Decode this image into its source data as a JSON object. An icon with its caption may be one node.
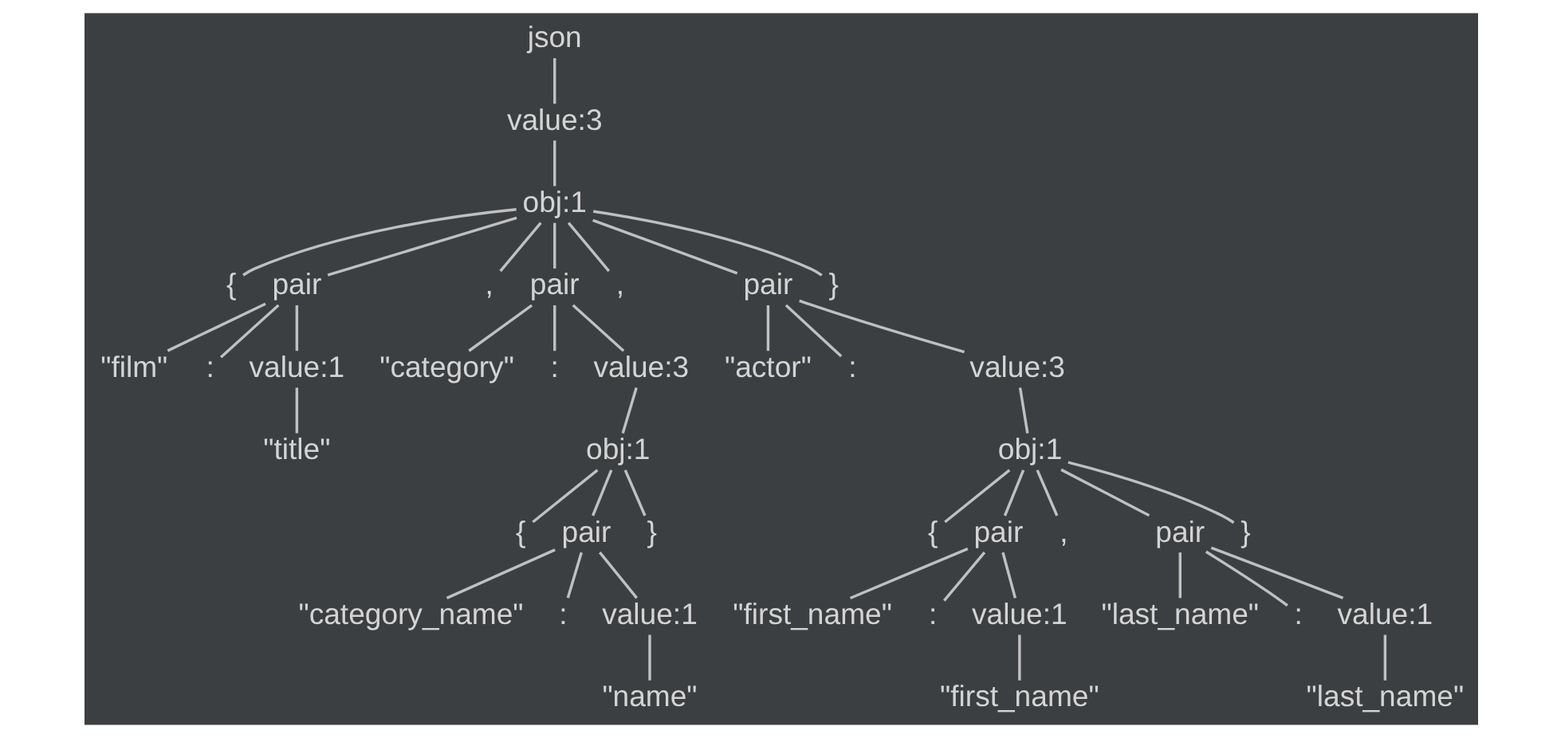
{
  "diagram": {
    "nodes": [
      {
        "text": [
          "json"
        ]
      },
      {
        "text": [
          "value:3"
        ]
      },
      {
        "text": [
          "obj:1"
        ]
      },
      {
        "text": [
          "{"
        ]
      },
      {
        "text": [
          "pair"
        ]
      },
      {
        "text": [
          ","
        ]
      },
      {
        "text": [
          "pair"
        ]
      },
      {
        "text": [
          ","
        ]
      },
      {
        "text": [
          "pair"
        ]
      },
      {
        "text": [
          "}"
        ]
      },
      {
        "text": [
          "\"film\""
        ]
      },
      {
        "text": [
          ":"
        ]
      },
      {
        "text": [
          "value:1"
        ]
      },
      {
        "text": [
          "\"category\""
        ]
      },
      {
        "text": [
          ":"
        ]
      },
      {
        "text": [
          "value:3"
        ]
      },
      {
        "text": [
          "\"actor\""
        ]
      },
      {
        "text": [
          ":"
        ]
      },
      {
        "text": [
          "value:3"
        ]
      },
      {
        "text": [
          "\"title\""
        ]
      },
      {
        "text": [
          "obj:1"
        ]
      },
      {
        "text": [
          "obj:1"
        ]
      },
      {
        "text": [
          "{"
        ]
      },
      {
        "text": [
          "pair"
        ]
      },
      {
        "text": [
          "}"
        ]
      },
      {
        "text": [
          "{"
        ]
      },
      {
        "text": [
          "pair"
        ]
      },
      {
        "text": [
          ","
        ]
      },
      {
        "text": [
          "pair"
        ]
      },
      {
        "text": [
          "}"
        ]
      },
      {
        "text": [
          "\"category_name\""
        ]
      },
      {
        "text": [
          ":"
        ]
      },
      {
        "text": [
          "value:1"
        ]
      },
      {
        "text": [
          "\"first_name\""
        ]
      },
      {
        "text": [
          ":"
        ]
      },
      {
        "text": [
          "value:1"
        ]
      },
      {
        "text": [
          "\"last_name\""
        ]
      },
      {
        "text": [
          ":"
        ]
      },
      {
        "text": [
          "value:1"
        ]
      },
      {
        "text": [
          "\"name\""
        ]
      },
      {
        "text": [
          "\"first_name\""
        ]
      },
      {
        "text": [
          "\"last_name\""
        ]
      }
    ],
    "edges": [
      {
        "from": 0,
        "to": 1,
        "arrow": "none"
      },
      {
        "from": 1,
        "to": 2,
        "arrow": "none"
      },
      {
        "from": 2,
        "to": 3,
        "arrow": "none"
      },
      {
        "from": 2,
        "to": 4,
        "arrow": "none"
      },
      {
        "from": 2,
        "to": 5,
        "arrow": "none"
      },
      {
        "from": 2,
        "to": 6,
        "arrow": "none"
      },
      {
        "from": 2,
        "to": 7,
        "arrow": "none"
      },
      {
        "from": 2,
        "to": 8,
        "arrow": "none"
      },
      {
        "from": 2,
        "to": 9,
        "arrow": "none"
      },
      {
        "from": 4,
        "to": 10,
        "arrow": "none"
      },
      {
        "from": 4,
        "to": 11,
        "arrow": "none"
      },
      {
        "from": 4,
        "to": 12,
        "arrow": "none"
      },
      {
        "from": 6,
        "to": 13,
        "arrow": "none"
      },
      {
        "from": 6,
        "to": 14,
        "arrow": "none"
      },
      {
        "from": 6,
        "to": 15,
        "arrow": "none"
      },
      {
        "from": 8,
        "to": 16,
        "arrow": "none"
      },
      {
        "from": 8,
        "to": 17,
        "arrow": "none"
      },
      {
        "from": 8,
        "to": 18,
        "arrow": "none"
      },
      {
        "from": 12,
        "to": 19,
        "arrow": "none"
      },
      {
        "from": 15,
        "to": 20,
        "arrow": "none"
      },
      {
        "from": 18,
        "to": 21,
        "arrow": "none"
      },
      {
        "from": 20,
        "to": 22,
        "arrow": "none"
      },
      {
        "from": 20,
        "to": 23,
        "arrow": "none"
      },
      {
        "from": 20,
        "to": 24,
        "arrow": "none"
      },
      {
        "from": 21,
        "to": 25,
        "arrow": "none"
      },
      {
        "from": 21,
        "to": 26,
        "arrow": "none"
      },
      {
        "from": 21,
        "to": 27,
        "arrow": "none"
      },
      {
        "from": 21,
        "to": 28,
        "arrow": "none"
      },
      {
        "from": 21,
        "to": 29,
        "arrow": "none"
      },
      {
        "from": 23,
        "to": 30,
        "arrow": "none"
      },
      {
        "from": 23,
        "to": 31,
        "arrow": "none"
      },
      {
        "from": 23,
        "to": 32,
        "arrow": "none"
      },
      {
        "from": 26,
        "to": 33,
        "arrow": "none"
      },
      {
        "from": 26,
        "to": 34,
        "arrow": "none"
      },
      {
        "from": 26,
        "to": 35,
        "arrow": "none"
      },
      {
        "from": 28,
        "to": 36,
        "arrow": "none"
      },
      {
        "from": 28,
        "to": 37,
        "arrow": "none"
      },
      {
        "from": 28,
        "to": 38,
        "arrow": "none"
      },
      {
        "from": 32,
        "to": 39,
        "arrow": "none"
      },
      {
        "from": 35,
        "to": 40,
        "arrow": "none"
      },
      {
        "from": 38,
        "to": 41,
        "arrow": "none"
      }
    ]
  }
}
